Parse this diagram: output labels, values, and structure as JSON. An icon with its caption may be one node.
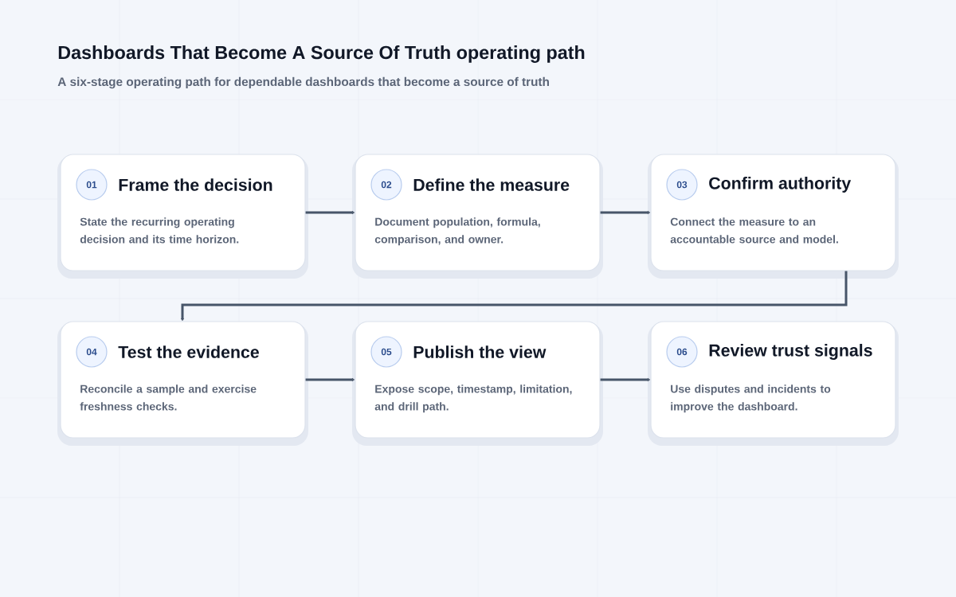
{
  "diagram": {
    "title": "Dashboards That Become A Source Of Truth operating path",
    "nodes": [
      {
        "text": [
          "01",
          "Frame the decision",
          "State the recurring operating decision and its time horizon."
        ]
      },
      {
        "text": [
          "02",
          "Define the measure",
          "Document population, formula, comparison, and owner."
        ]
      },
      {
        "text": [
          "03",
          "Confirm authority",
          "Connect the measure to an accountable source and model."
        ]
      },
      {
        "text": [
          "04",
          "Test the evidence",
          "Reconcile a sample and exercise freshness checks."
        ]
      },
      {
        "text": [
          "05",
          "Publish the view",
          "Expose scope, timestamp, limitation, and drill path."
        ]
      },
      {
        "text": [
          "06",
          "Review trust signals",
          "Use disputes and incidents to improve the dashboard."
        ]
      }
    ],
    "edges": [
      {
        "from": 0,
        "to": 1,
        "arrow": "to"
      },
      {
        "from": 1,
        "to": 2,
        "arrow": "to"
      },
      {
        "from": 2,
        "to": 3,
        "arrow": "to"
      },
      {
        "from": 3,
        "to": 4,
        "arrow": "to"
      },
      {
        "from": 4,
        "to": 5,
        "arrow": "to"
      }
    ],
    "labels": [
      "A six-stage operating path for dependable dashboards that become a source of truth"
    ]
  }
}
